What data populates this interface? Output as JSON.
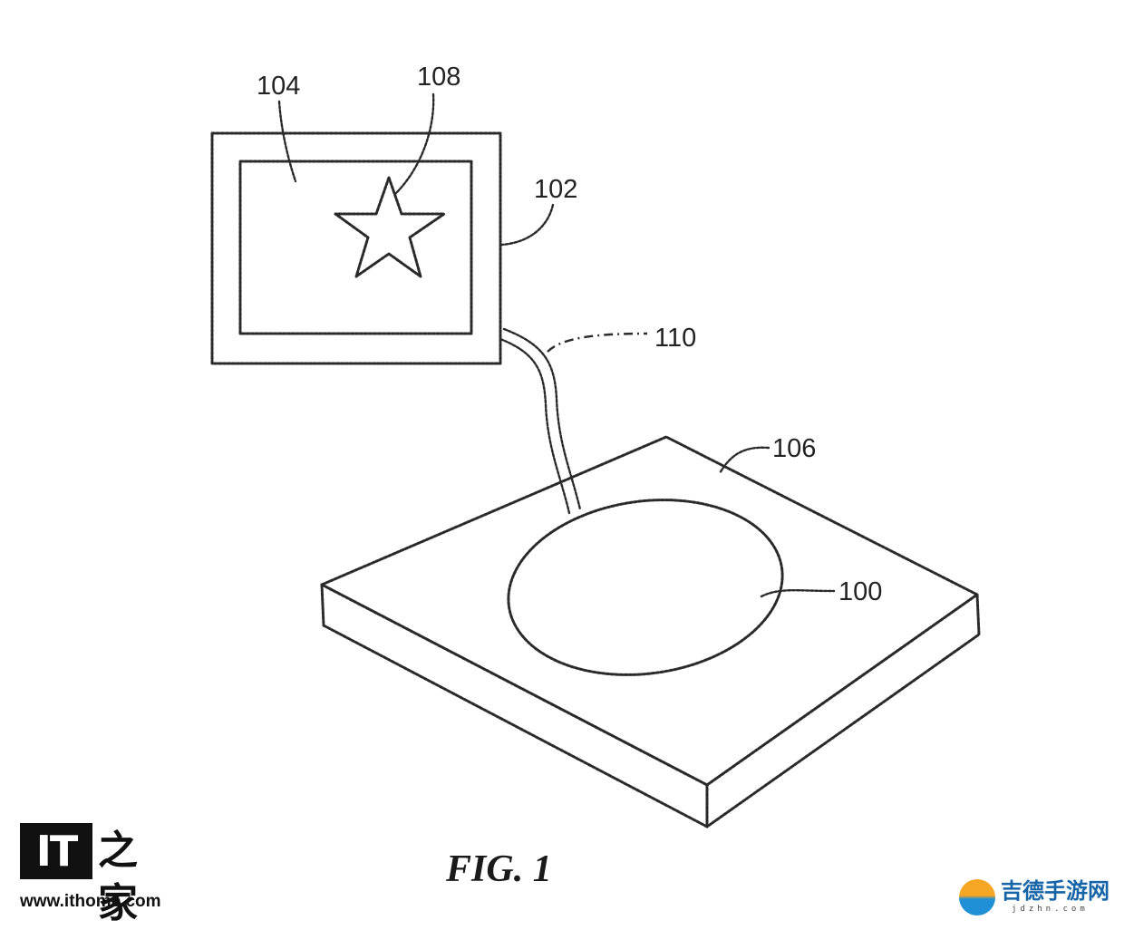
{
  "figure": {
    "labels": {
      "device": "102",
      "screen": "104",
      "star": "108",
      "cable": "110",
      "pad": "106",
      "area": "100"
    },
    "caption": "FIG. 1"
  },
  "watermarks": {
    "ithome": {
      "logo_text": "IT",
      "logo_cjk": "之家",
      "url": "www.ithome.com"
    },
    "jdzhn": {
      "title": "吉德手游网",
      "subtitle": "jdzhn.com"
    }
  }
}
